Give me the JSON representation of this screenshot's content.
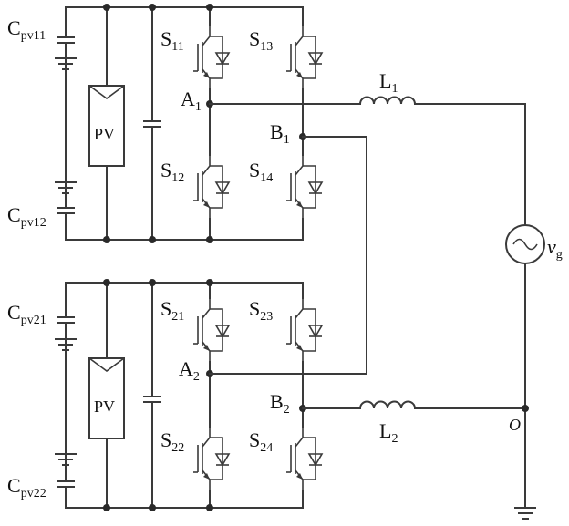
{
  "labels": {
    "cpv11": {
      "main": "C",
      "sub": "pv11"
    },
    "cpv12": {
      "main": "C",
      "sub": "pv12"
    },
    "cpv21": {
      "main": "C",
      "sub": "pv21"
    },
    "cpv22": {
      "main": "C",
      "sub": "pv22"
    },
    "pv1": "PV",
    "pv2": "PV",
    "s11": {
      "main": "S",
      "sub": "11"
    },
    "s12": {
      "main": "S",
      "sub": "12"
    },
    "s13": {
      "main": "S",
      "sub": "13"
    },
    "s14": {
      "main": "S",
      "sub": "14"
    },
    "s21": {
      "main": "S",
      "sub": "21"
    },
    "s22": {
      "main": "S",
      "sub": "22"
    },
    "s23": {
      "main": "S",
      "sub": "23"
    },
    "s24": {
      "main": "S",
      "sub": "24"
    },
    "a1": {
      "main": "A",
      "sub": "1"
    },
    "b1": {
      "main": "B",
      "sub": "1"
    },
    "a2": {
      "main": "A",
      "sub": "2"
    },
    "b2": {
      "main": "B",
      "sub": "2"
    },
    "l1": {
      "main": "L",
      "sub": "1"
    },
    "l2": {
      "main": "L",
      "sub": "2"
    },
    "vg": {
      "main": "v",
      "sub": "g"
    },
    "o": "O"
  }
}
